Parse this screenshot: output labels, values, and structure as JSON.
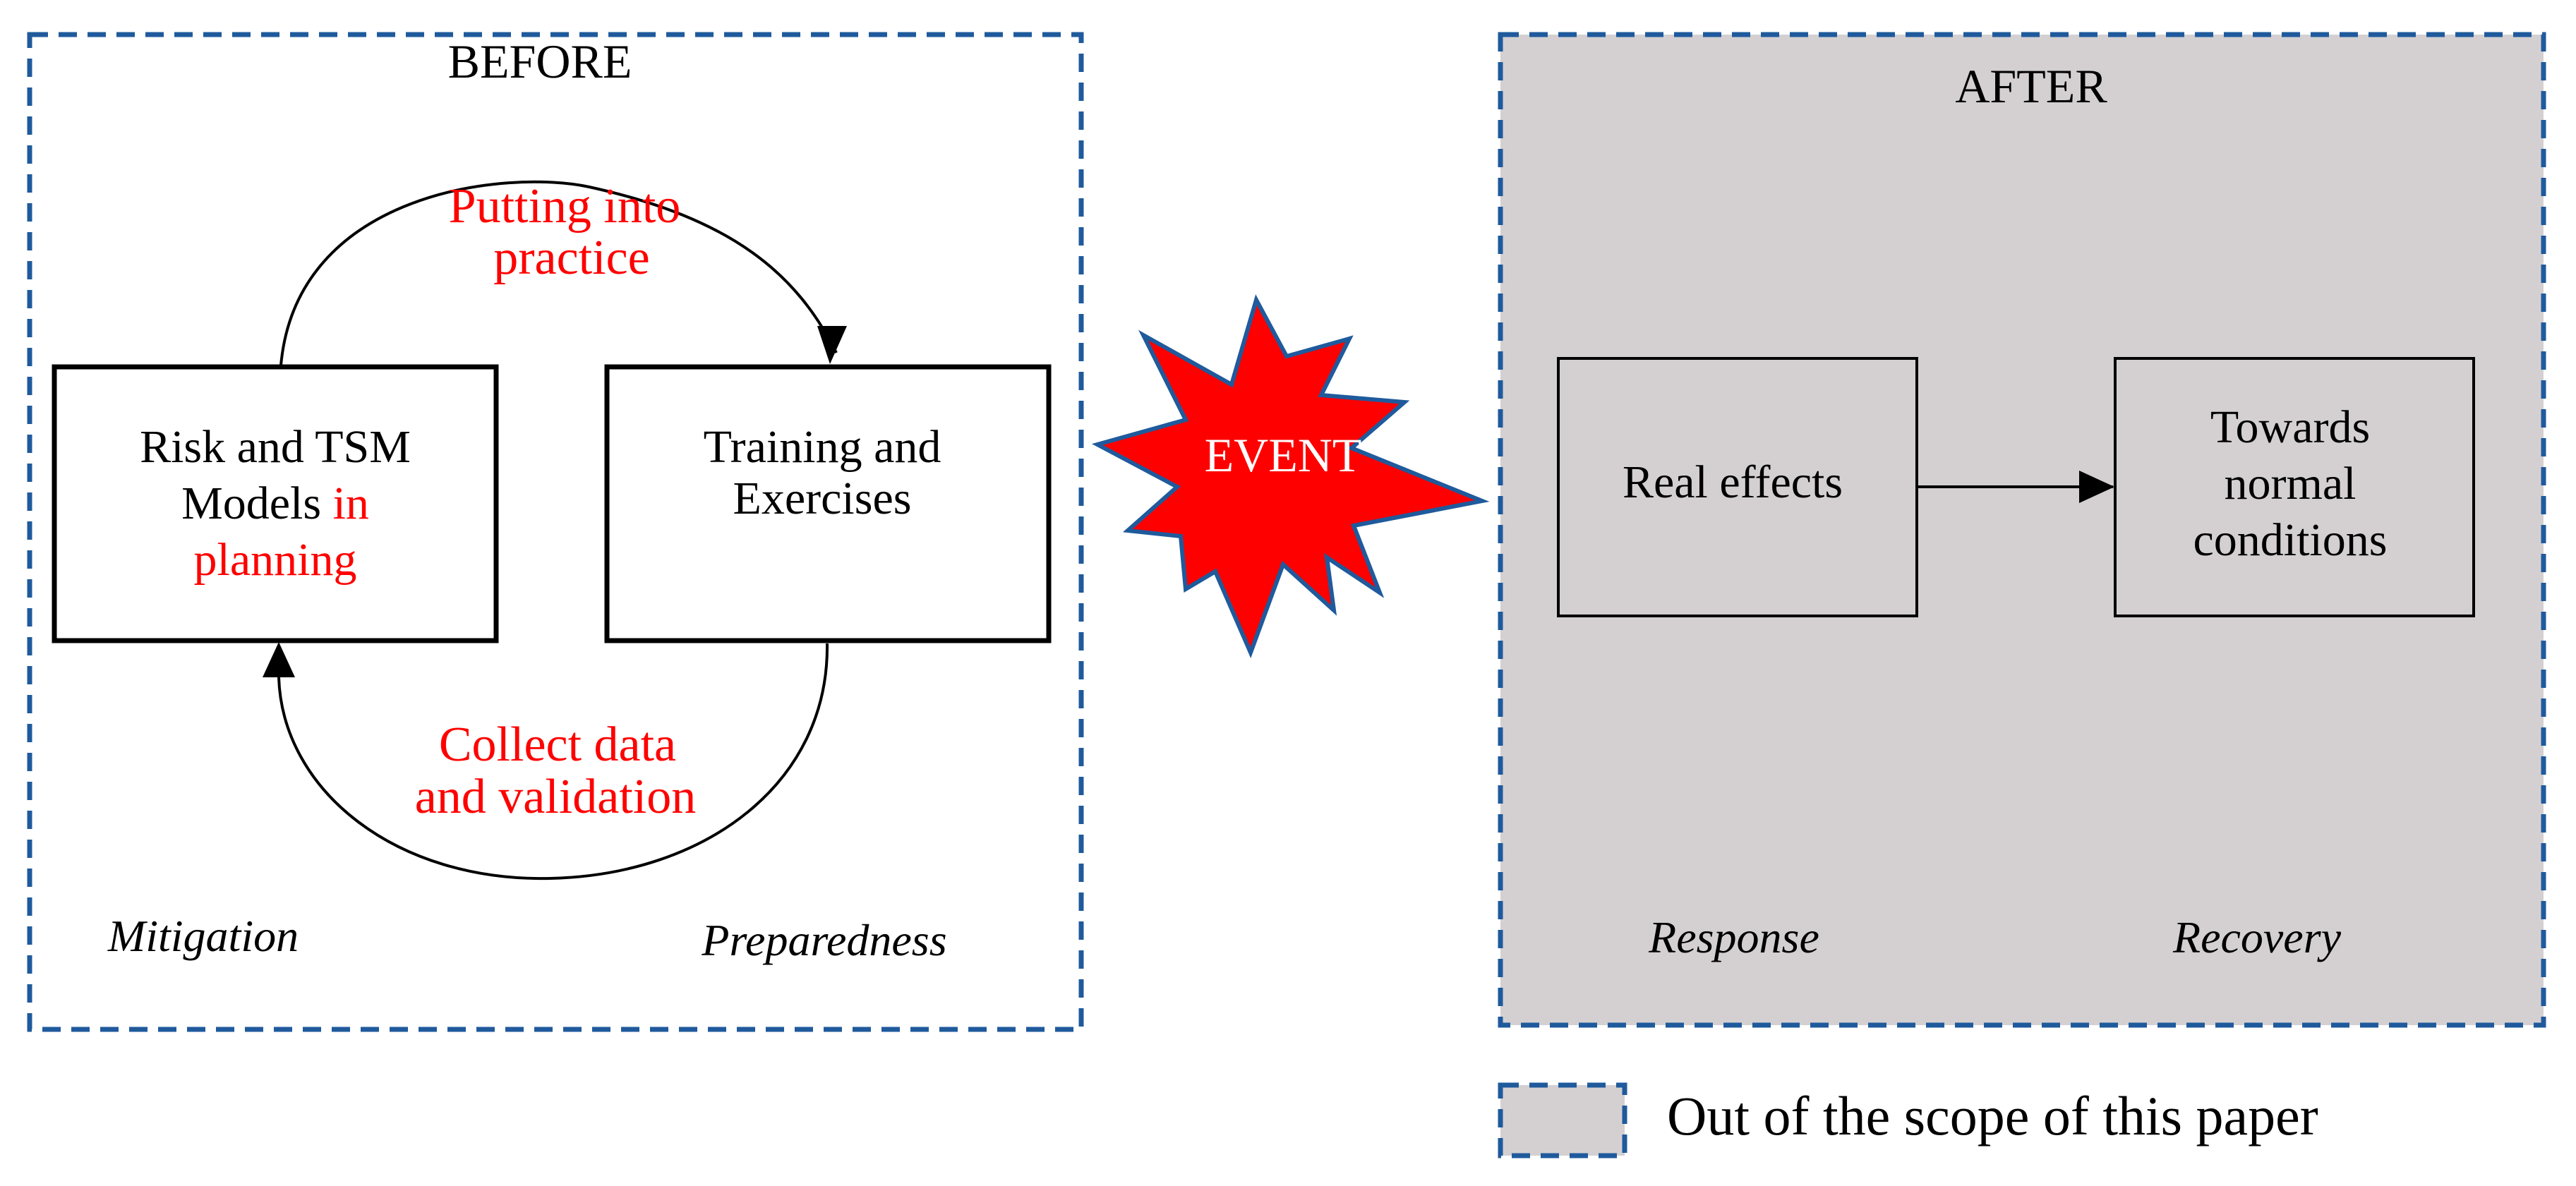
{
  "before": {
    "title": "BEFORE",
    "box_left": {
      "line1": "Risk and TSM",
      "line2_black": "Models ",
      "line2_red": "in",
      "line3_red": "planning"
    },
    "box_right": {
      "line1": "Training and",
      "line2": "Exercises"
    },
    "arrow_top_label": {
      "line1": "Putting into",
      "line2": "practice"
    },
    "arrow_bottom_label": {
      "line1": "Collect data",
      "line2": "and validation"
    },
    "phase_left": "Mitigation",
    "phase_right": "Preparedness"
  },
  "event": {
    "label": "EVENT"
  },
  "after": {
    "title": "AFTER",
    "box_left": {
      "line1": "Real effects"
    },
    "box_right": {
      "line1": "Towards",
      "line2": "normal",
      "line3": "conditions"
    },
    "phase_left": "Response",
    "phase_right": "Recovery"
  },
  "legend": {
    "label": "Out of the scope of this paper"
  },
  "colors": {
    "dash_border": "#1f5a9c",
    "out_of_scope_fill": "#d4d0d2",
    "highlight_text": "#ff0000",
    "event_fill": "#ff0000",
    "event_stroke": "#1f5a9c",
    "text": "#000000"
  }
}
